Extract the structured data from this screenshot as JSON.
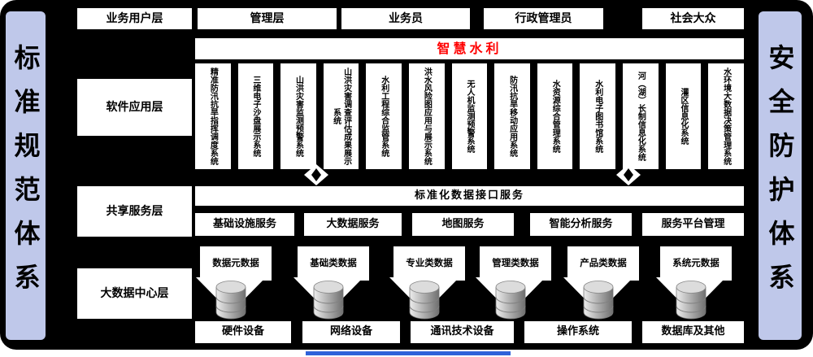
{
  "side_bars": {
    "left": "标准规范体系",
    "right": "安全防护体系"
  },
  "user_layer": {
    "label": "业务用户层",
    "items": [
      "管理层",
      "业务员",
      "行政管理员",
      "社会大众"
    ]
  },
  "app_layer": {
    "label": "软件应用层",
    "title": "智慧水利",
    "systems": [
      "精准防汛抗旱指挥调度系统",
      "三维电子沙盘展示系统",
      "山洪灾害监测预警系统",
      "山洪灾害调查评估成果展示系统",
      "水利工程综合监管系统",
      "洪水风险图应用与展示系统",
      "无人机监测预警系统",
      "防汛抗旱移动应用系统",
      "水资源综合管理系统",
      "水利电子图书馆系统",
      "河（湖）长制信息化系统",
      "灌区信息化系统",
      "水环境大数据决策管理系统"
    ]
  },
  "service_layer": {
    "label": "共享服务层",
    "interface_bar": "标准化数据接口服务",
    "services": [
      "基础设施服务",
      "大数据服务",
      "地图服务",
      "智能分析服务",
      "服务平台管理"
    ]
  },
  "data_layer": {
    "label": "大数据中心层",
    "data_types": [
      "数据元数据",
      "基础类数据",
      "专业类数据",
      "管理类数据",
      "产品类数据",
      "系统元数据"
    ],
    "infrastructure": [
      "硬件设备",
      "网络设备",
      "通讯技术设备",
      "操作系统",
      "数据库及其他"
    ]
  },
  "colors": {
    "background": "#000000",
    "panel": "#ffffff",
    "sidebar_bg": "#bfc8ea",
    "accent_red": "#ff0000",
    "bottom_bar_blue": "#2e62d9"
  }
}
